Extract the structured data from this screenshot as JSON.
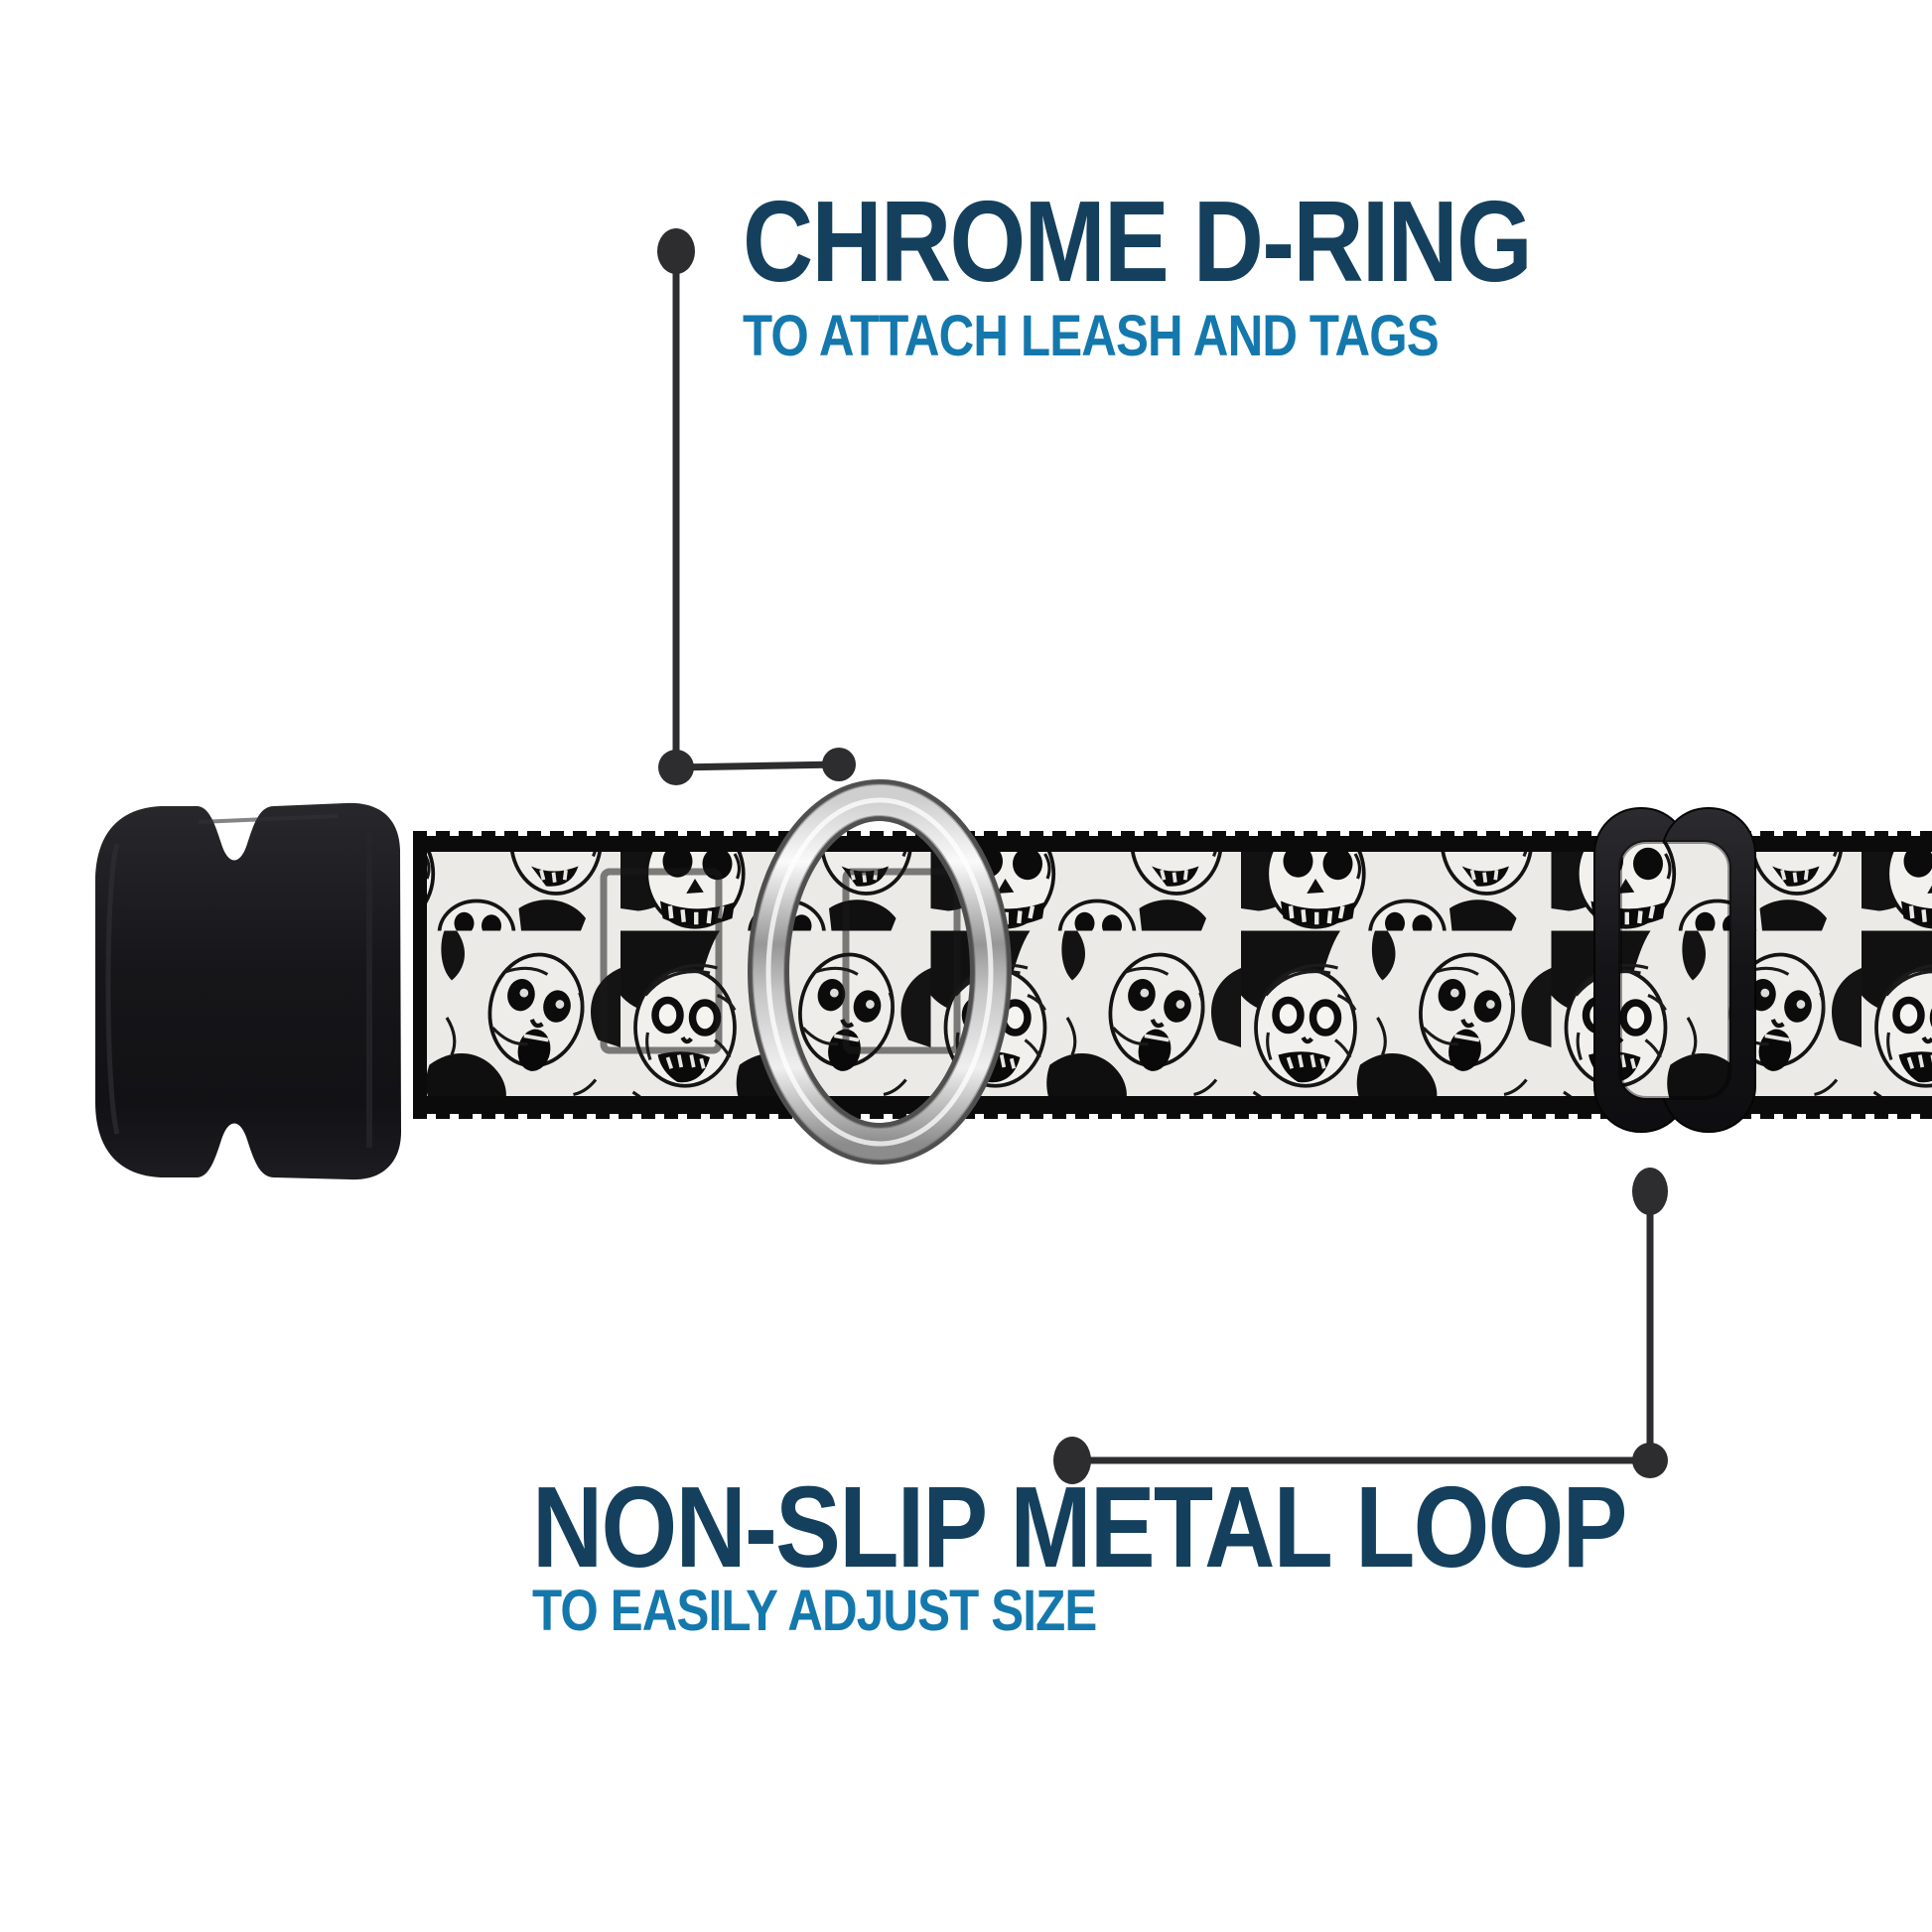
{
  "colors": {
    "heading": "#14405e",
    "subheading": "#1478ad",
    "callout_line": "#2d2d2f"
  },
  "callouts": [
    {
      "id": "chrome-d-ring",
      "title": "CHROME D-RING",
      "subtitle": "TO ATTACH LEASH AND TAGS"
    },
    {
      "id": "non-slip-metal-loop",
      "title": "NON-SLIP METAL LOOP",
      "subtitle": "TO EASILY ADJUST SIZE"
    }
  ]
}
